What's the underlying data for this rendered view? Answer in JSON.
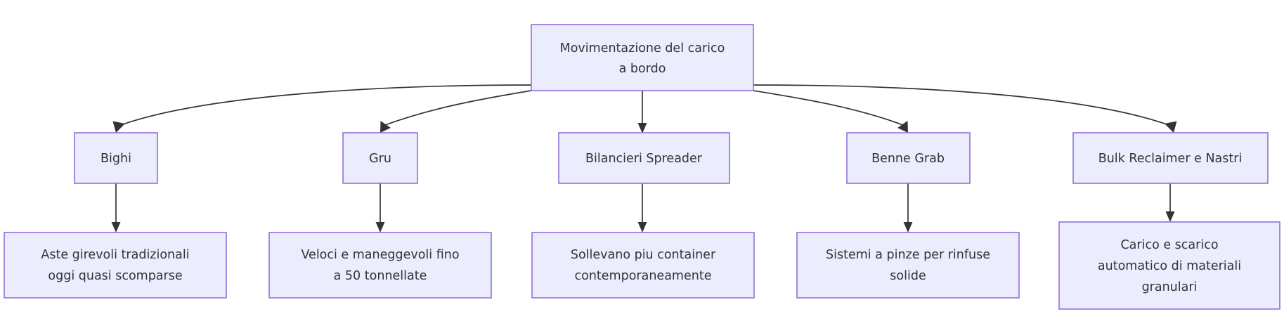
{
  "diagram": {
    "type": "flowchart",
    "direction": "top-down",
    "background_color": "#ffffff",
    "node_fill_color": "#ececff",
    "node_border_color": "#9370db",
    "edge_color": "#333333",
    "text_color": "#333333",
    "root": {
      "id": "root",
      "line1": "Movimentazione del carico",
      "line2": "a bordo"
    },
    "categories": [
      {
        "id": "bighi",
        "label": "Bighi",
        "detail": {
          "line1": "Aste girevoli tradizionali",
          "line2": "oggi quasi scomparse",
          "line3": ""
        }
      },
      {
        "id": "gru",
        "label": "Gru",
        "detail": {
          "line1": "Veloci e maneggevoli fino",
          "line2": "a 50 tonnellate",
          "line3": ""
        }
      },
      {
        "id": "bilancieri-spreader",
        "label": "Bilancieri Spreader",
        "detail": {
          "line1": "Sollevano piu container",
          "line2": "contemporaneamente",
          "line3": ""
        }
      },
      {
        "id": "benne-grab",
        "label": "Benne Grab",
        "detail": {
          "line1": "Sistemi a pinze per rinfuse",
          "line2": "solide",
          "line3": ""
        }
      },
      {
        "id": "bulk-reclaimer-e-nastri",
        "label": "Bulk Reclaimer e Nastri",
        "detail": {
          "line1": "Carico e scarico",
          "line2": "automatico di materiali",
          "line3": "granulari"
        }
      }
    ]
  }
}
